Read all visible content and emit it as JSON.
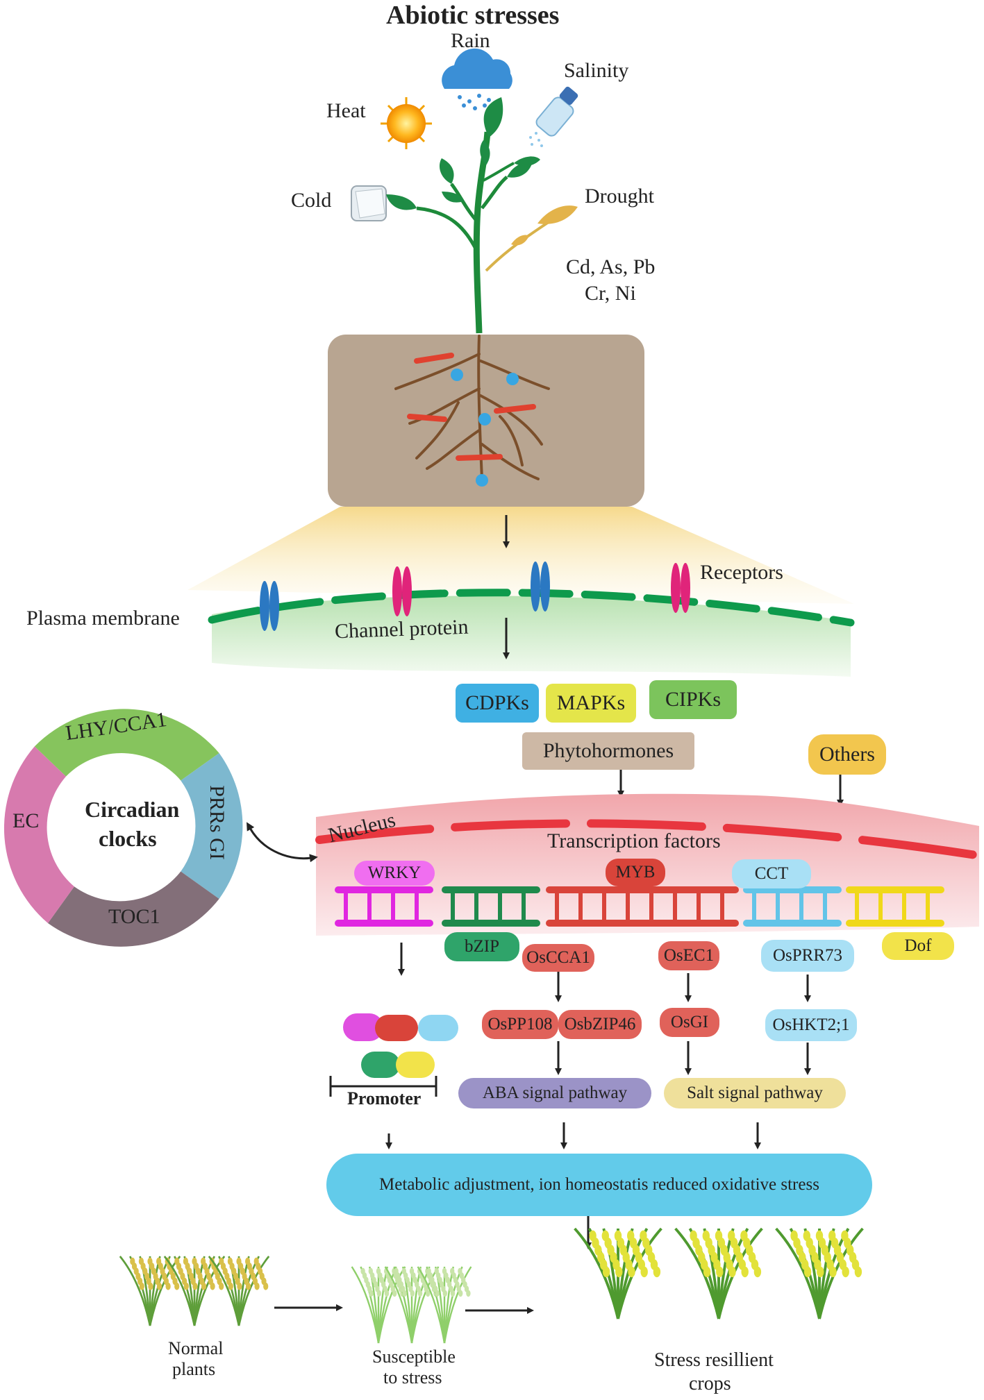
{
  "title": "Abiotic stresses",
  "stresses": {
    "rain": "Rain",
    "salinity": "Salinity",
    "heat": "Heat",
    "cold": "Cold",
    "drought": "Drought",
    "metals_line1": "Cd, As, Pb",
    "metals_line2": "Cr, Ni"
  },
  "membrane": {
    "plasma_membrane": "Plasma membrane",
    "channel_protein": "Channel protein",
    "receptors": "Receptors"
  },
  "kinases": [
    "CDPKs",
    "MAPKs",
    "CIPKs"
  ],
  "phytohormones": "Phytohormones",
  "others": "Others",
  "circadian": {
    "center_line1": "Circadian",
    "center_line2": "clocks",
    "segments": [
      "LHY/CCA1",
      "PRRs GI",
      "TOC1",
      "EC"
    ]
  },
  "nucleus": {
    "label": "Nucleus",
    "tf_label": "Transcription factors",
    "families": [
      "WRKY",
      "bZIP",
      "MYB",
      "CCT",
      "Dof"
    ]
  },
  "genes": {
    "osCCA1": "OsCCA1",
    "osEC1": "OsEC1",
    "osPRR73": "OsPRR73",
    "osPP108": "OsPP108",
    "osbZIP46": "OsbZIP46",
    "osGI": "OsGI",
    "osHKT": "OsHKT2;1"
  },
  "promoter": "Promoter",
  "pathways": {
    "aba": "ABA signal pathway",
    "salt": "Salt signal pathway"
  },
  "outcome": "Metabolic adjustment, ion homeostatis reduced oxidative stress",
  "plants": {
    "normal_line1": "Normal",
    "normal_line2": "plants",
    "susceptible_line1": "Susceptible",
    "susceptible_line2": "to stress",
    "resilient_line1": "Stress resillient",
    "resilient_line2": "crops"
  },
  "colors": {
    "cdpk": "#3fb0e3",
    "mapk": "#e4e54a",
    "cipk": "#7cc45c",
    "phyto": "#cdb8a5",
    "others": "#f2c64e",
    "outcome": "#62cbea",
    "aba": "#9b93c7",
    "salt": "#efe09b",
    "seg_lhy": "#86c45d",
    "seg_prr": "#7db8cf",
    "seg_toc": "#836f79",
    "seg_ec": "#d77aae",
    "membrane": "#0e9a4c",
    "nucleus_band": "#e8363f",
    "soil": "#b9a693"
  }
}
